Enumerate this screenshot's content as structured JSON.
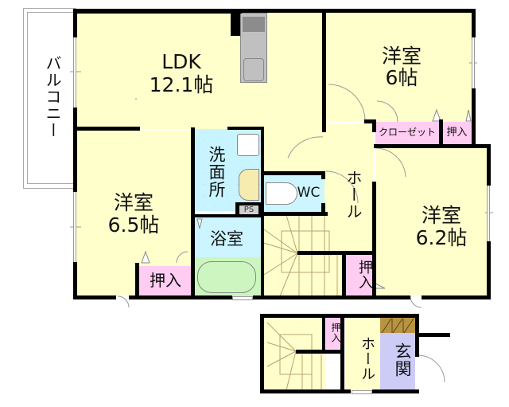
{
  "plan": {
    "type": "apartment floor plan",
    "colors": {
      "room_yellow": "#ffffcc",
      "wet_cyan": "#ccf5ff",
      "closet_pink": "#ffccf2",
      "bath_green": "#ccf5bf",
      "entrance_lavender": "#ccccf7",
      "shoebox_brown": "#b89340",
      "wall": "#000000"
    },
    "rooms": {
      "balcony": {
        "label": "バルコニー"
      },
      "ldk": {
        "name": "LDK",
        "size": "12.1帖"
      },
      "western_room_6": {
        "name": "洋室",
        "size": "6帖"
      },
      "western_room_65": {
        "name": "洋室",
        "size": "6.5帖"
      },
      "western_room_62": {
        "name": "洋室",
        "size": "6.2帖"
      },
      "closet": {
        "label": "クローゼット"
      },
      "closet_storage_top": {
        "label": "押入"
      },
      "closet_storage_left": {
        "label": "押入"
      },
      "closet_storage_center": {
        "label": "押入"
      },
      "closet_storage_lower": {
        "label": "押入"
      },
      "washroom": {
        "label": "洗面所"
      },
      "wc": {
        "label": "WC"
      },
      "ps": {
        "label": "PS"
      },
      "bathroom": {
        "label": "浴室"
      },
      "hall_upper": {
        "label": "ホール"
      },
      "hall_lower": {
        "label": "ホール"
      },
      "entrance": {
        "label": "玄関"
      }
    }
  }
}
